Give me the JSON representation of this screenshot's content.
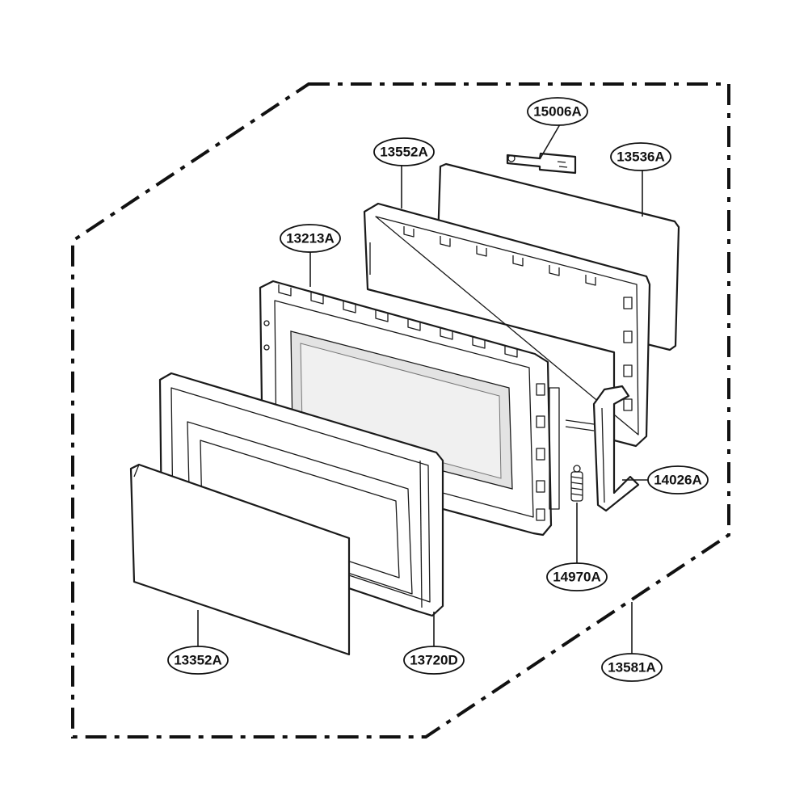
{
  "callouts": {
    "c15006A": "15006A",
    "c13552A": "13552A",
    "c13536A": "13536A",
    "c13213A": "13213A",
    "c14026A": "14026A",
    "c14970A": "14970A",
    "c13352A": "13352A",
    "c13720D": "13720D",
    "c13581A": "13581A"
  },
  "colors": {
    "line": "#1a1a1a",
    "background": "#ffffff",
    "fill_grey": "#e3e3e3"
  }
}
